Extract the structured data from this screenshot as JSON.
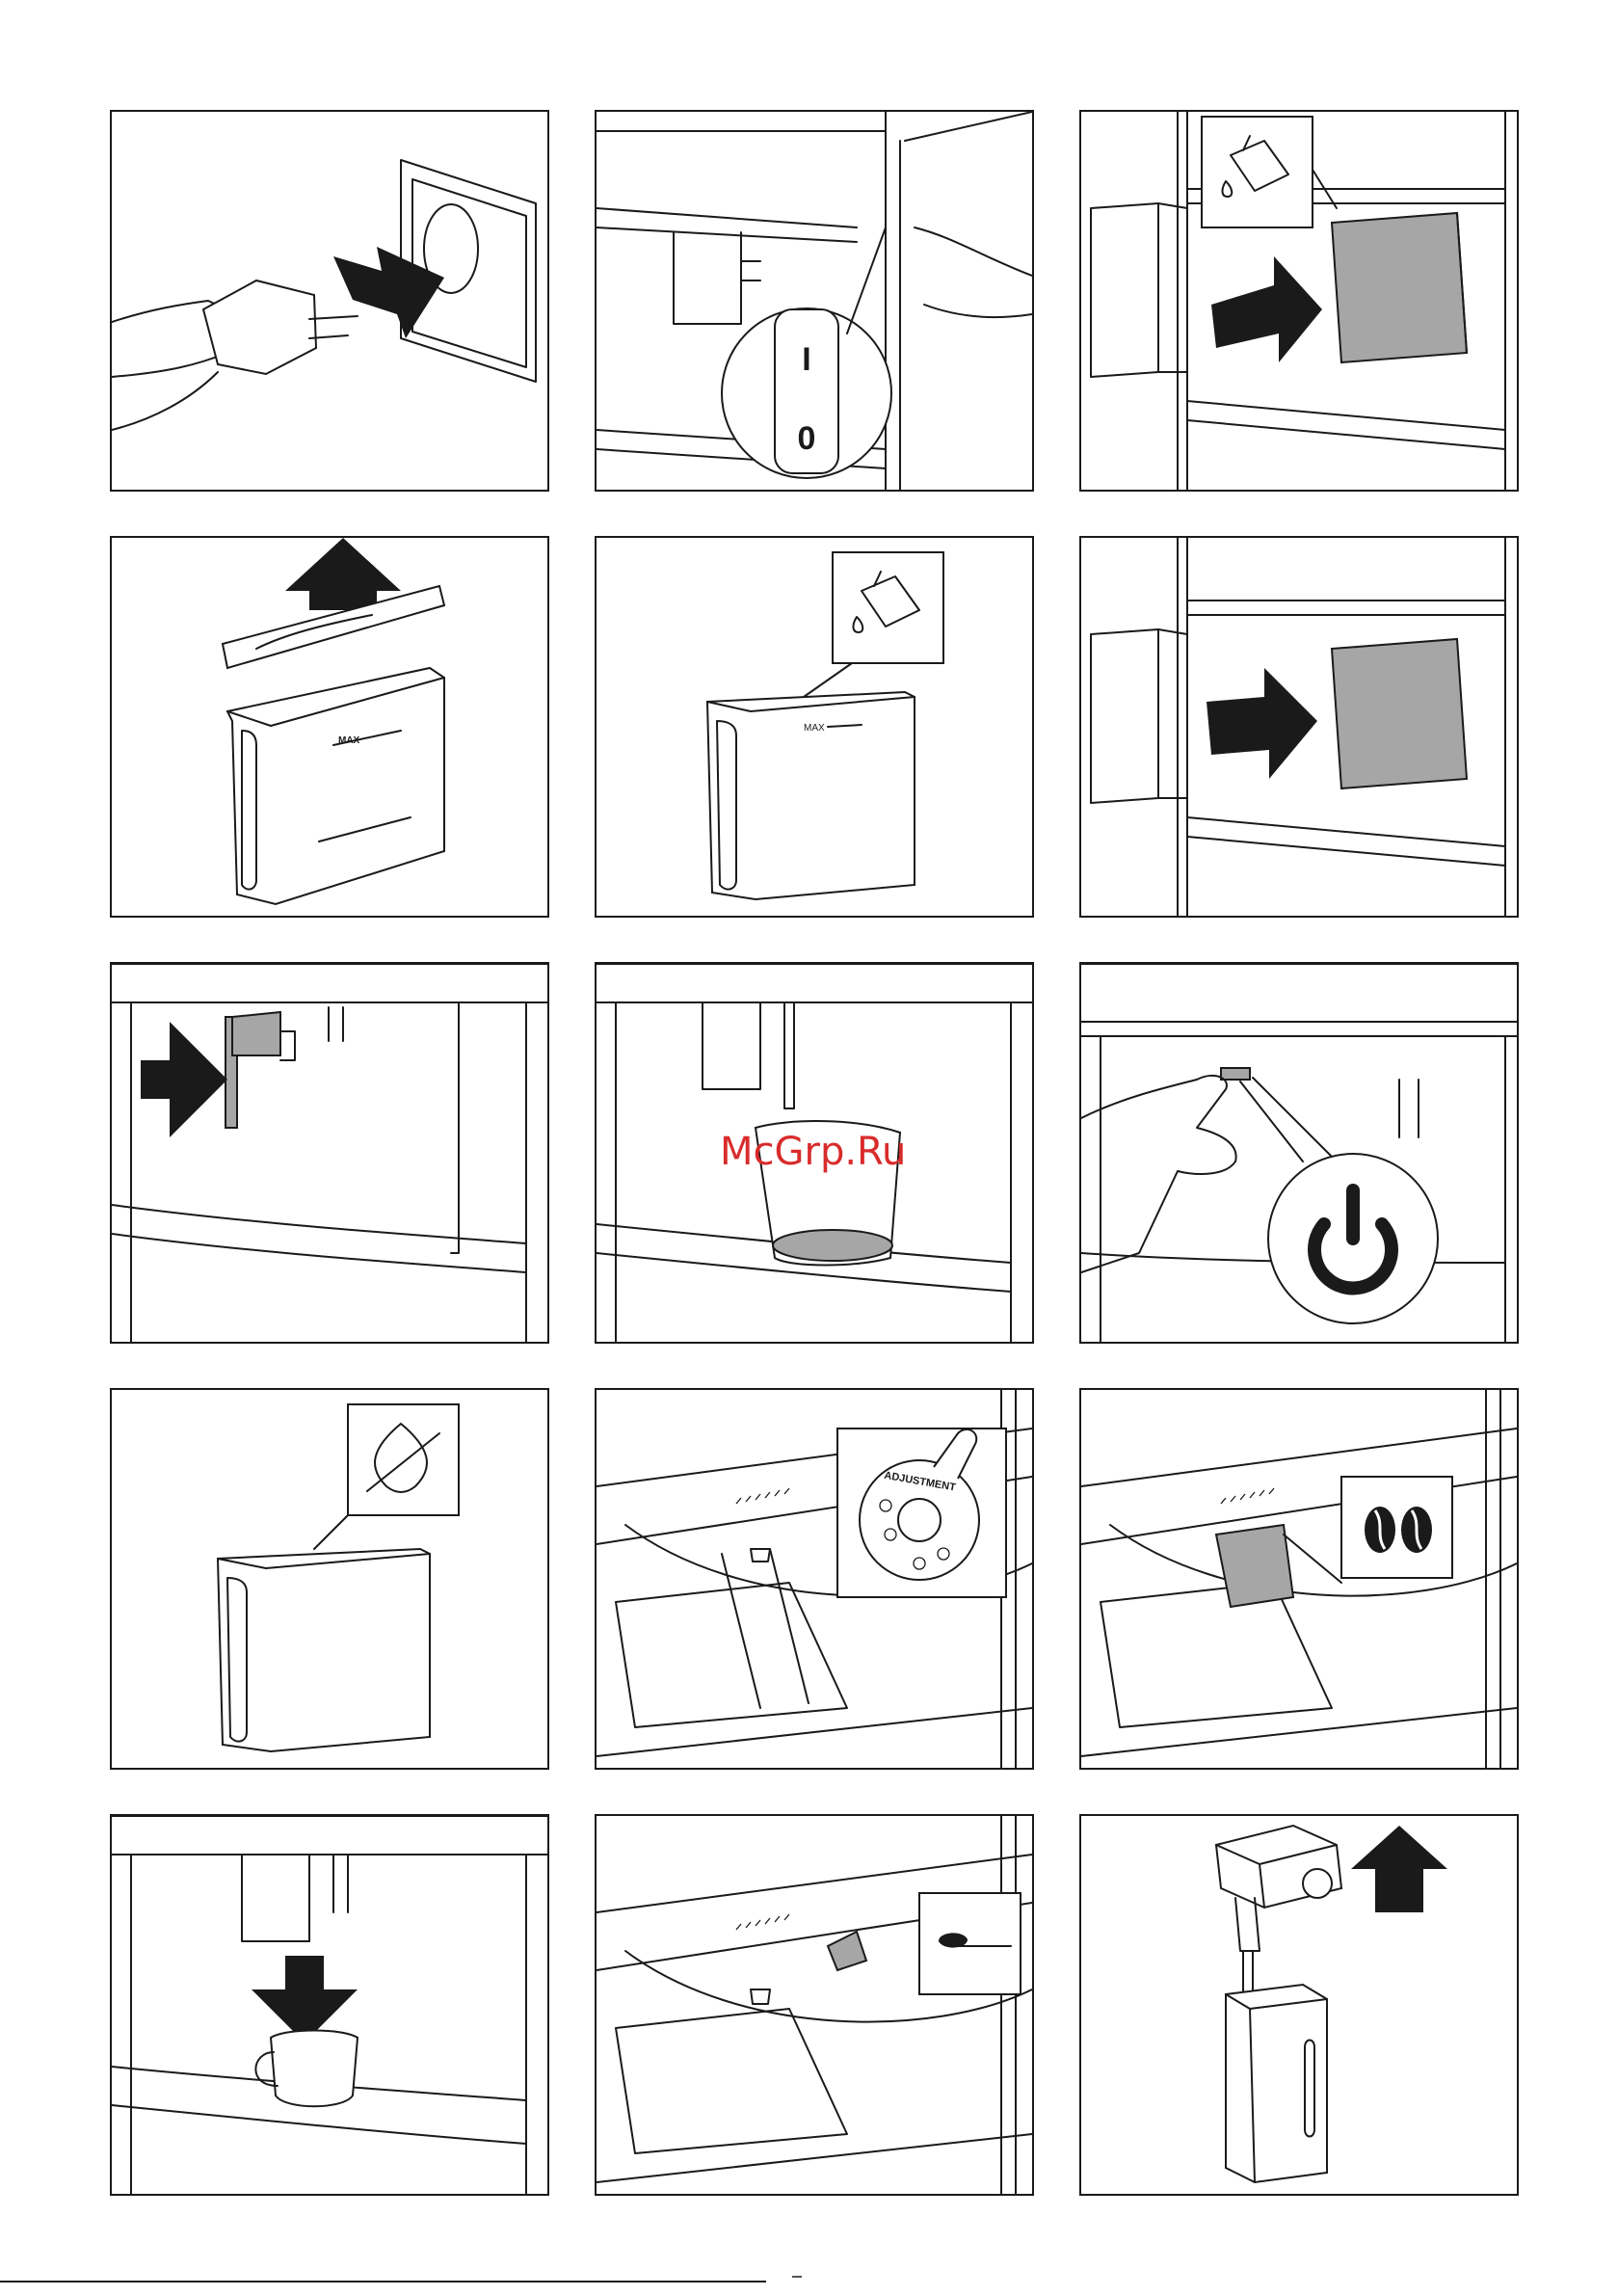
{
  "labels": {
    "switch_on": "I",
    "switch_off": "0",
    "max_mark": "MAX",
    "grind_dial": "ADJUSTMENT"
  },
  "watermark": "McGrp.Ru",
  "panels": [
    {
      "id": 1,
      "icon": "plug-icon"
    },
    {
      "id": 2,
      "icon": "power-switch-icon"
    },
    {
      "id": 3,
      "icon": "water-fill-icon"
    },
    {
      "id": 4,
      "icon": "arrow-up-icon"
    },
    {
      "id": 5,
      "icon": "water-fill-icon"
    },
    {
      "id": 6,
      "icon": "arrow-right-icon"
    },
    {
      "id": 7,
      "icon": "arrow-right-icon"
    },
    {
      "id": 8,
      "icon": "water-drops-icon"
    },
    {
      "id": 9,
      "icon": "power-icon"
    },
    {
      "id": 10,
      "icon": "no-water-icon"
    },
    {
      "id": 11,
      "icon": "grind-dial-icon"
    },
    {
      "id": 12,
      "icon": "coffee-beans-icon"
    },
    {
      "id": 13,
      "icon": "arrow-down-icon"
    },
    {
      "id": 14,
      "icon": "ground-coffee-spoon-icon"
    },
    {
      "id": 15,
      "icon": "arrow-up-icon"
    }
  ],
  "colors": {
    "line": "#1a1a1a",
    "fill_gray": "#a6a6a6",
    "watermark": "#d92b2b"
  }
}
